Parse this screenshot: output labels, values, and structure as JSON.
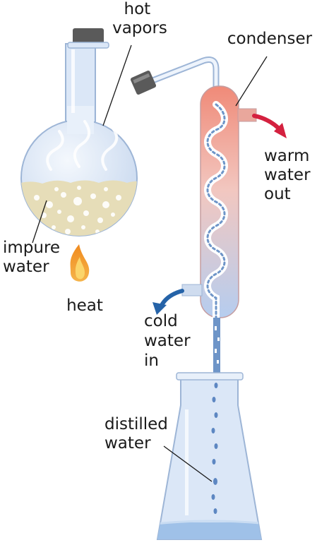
{
  "labels": {
    "hot_vapors": [
      "hot",
      "vapors"
    ],
    "condenser": "condenser",
    "warm_water_out": [
      "warm",
      "water",
      "out"
    ],
    "impure_water": [
      "impure",
      "water"
    ],
    "heat": "heat",
    "cold_water_in": [
      "cold",
      "water",
      "in"
    ],
    "distilled_water": [
      "distilled",
      "water"
    ]
  },
  "colors": {
    "warm_arrow": "#d4213f",
    "cold_arrow": "#2563a8",
    "flame_outer": "#f08a1e",
    "flame_inner": "#fbd56a",
    "impure_water": "#e6ddb8",
    "distilled_water": "#9fc1e8",
    "condenser_warm": "#f08a78",
    "condenser_cold": "#b5cdef",
    "glass": "#dbe7f7",
    "stopper": "#5a5a5a"
  }
}
